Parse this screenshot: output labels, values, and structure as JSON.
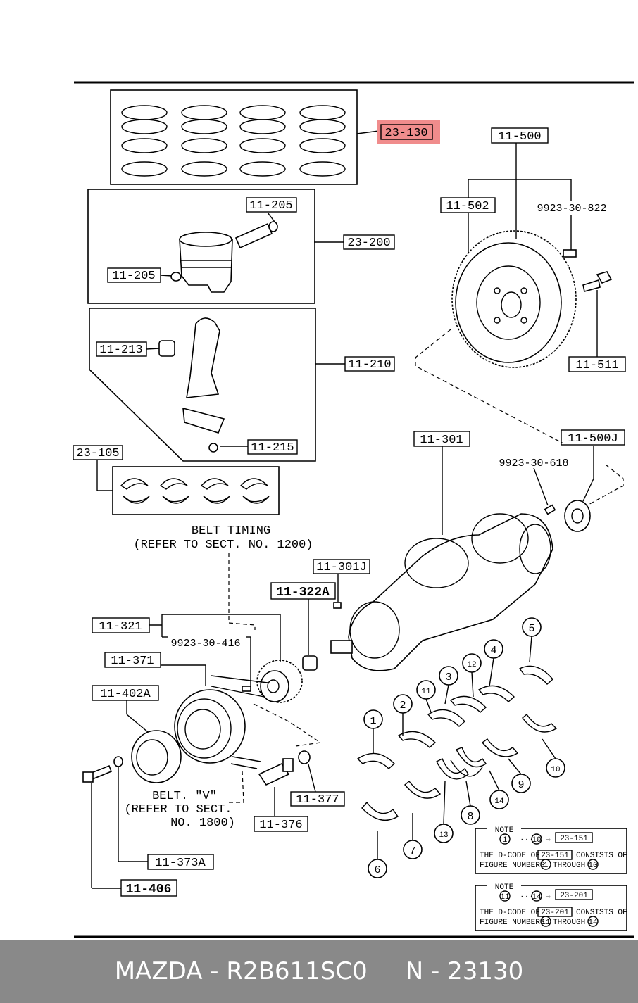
{
  "labels": {
    "ring_set": "23-130",
    "flywheel_assy": "11-500",
    "ring_gear": "11-502",
    "dowel_pin_fw": "9923-30-822",
    "piston_assy": "23-200",
    "pin_clip_top": "11-205",
    "pin_clip_left": "11-205",
    "conrod_assy": "11-210",
    "conrod_bush": "11-213",
    "conrod_nut": "11-215",
    "flywheel_bolt": "11-511",
    "conrod_bearing": "23-105",
    "crankshaft": "11-301",
    "pilot_bearing": "11-500J",
    "dowel_pin_crank": "9923-30-618",
    "belt_timing_title": "BELT TIMING",
    "belt_timing_ref": "(REFER TO SECT. NO. 1200)",
    "crank_plug": "11-301J",
    "thrust_washer": "11-322A",
    "timing_pulley": "11-321",
    "key": "9923-30-416",
    "pulley_plate": "11-371",
    "crank_pulley": "11-402A",
    "belt_v_title": "BELT. \"V\"",
    "belt_v_ref1": "(REFER TO SECT.",
    "belt_v_ref2": "NO. 1800)",
    "washer": "11-377",
    "pulley_bolt": "11-376",
    "lock_washer": "11-373A",
    "pulley_bolt_main": "11-406"
  },
  "bearing_numbers": [
    "1",
    "2",
    "3",
    "4",
    "5",
    "6",
    "7",
    "8",
    "9",
    "10",
    "11",
    "12",
    "13",
    "14"
  ],
  "notes": [
    {
      "title": "NOTE",
      "range_from": "1",
      "range_to": "10",
      "code": "23-151",
      "line1": "THE D-CODE OF",
      "line1b": "CONSISTS OF",
      "line2": "FIGURE NUMBERS",
      "line2b": "THROUGH"
    },
    {
      "title": "NOTE",
      "range_from": "11",
      "range_to": "14",
      "code": "23-201",
      "line1": "THE D-CODE OF",
      "line1b": "CONSISTS OF",
      "line2": "FIGURE NUMBERS",
      "line2b": "THROUGH"
    }
  ],
  "highlight_color": "#f08c8c",
  "footer": {
    "text": "MAZDA - R2B611SC0     N - 23130"
  }
}
